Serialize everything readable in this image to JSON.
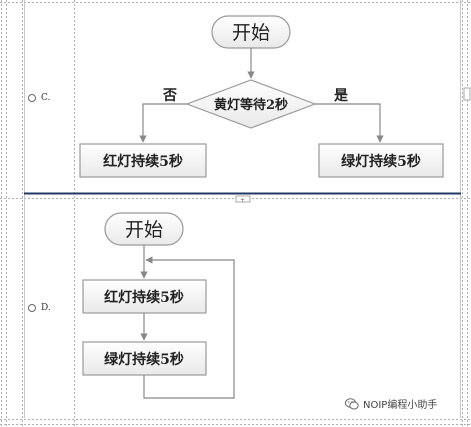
{
  "option_c": {
    "letter": "C.",
    "start_label": "开始",
    "decision_label": "黄灯等待2秒",
    "no_label": "否",
    "yes_label": "是",
    "left_box_label": "红灯持续5秒",
    "right_box_label": "绿灯持续5秒"
  },
  "option_d": {
    "letter": "D.",
    "start_label": "开始",
    "box1_label": "红灯持续5秒",
    "box2_label": "绿灯持续5秒"
  },
  "watermark": {
    "text": "NOIP编程小助手",
    "icon": "wechat-icon"
  },
  "colors": {
    "divider": "#1f3864",
    "box_border": "#999999",
    "arrow": "#888888"
  }
}
